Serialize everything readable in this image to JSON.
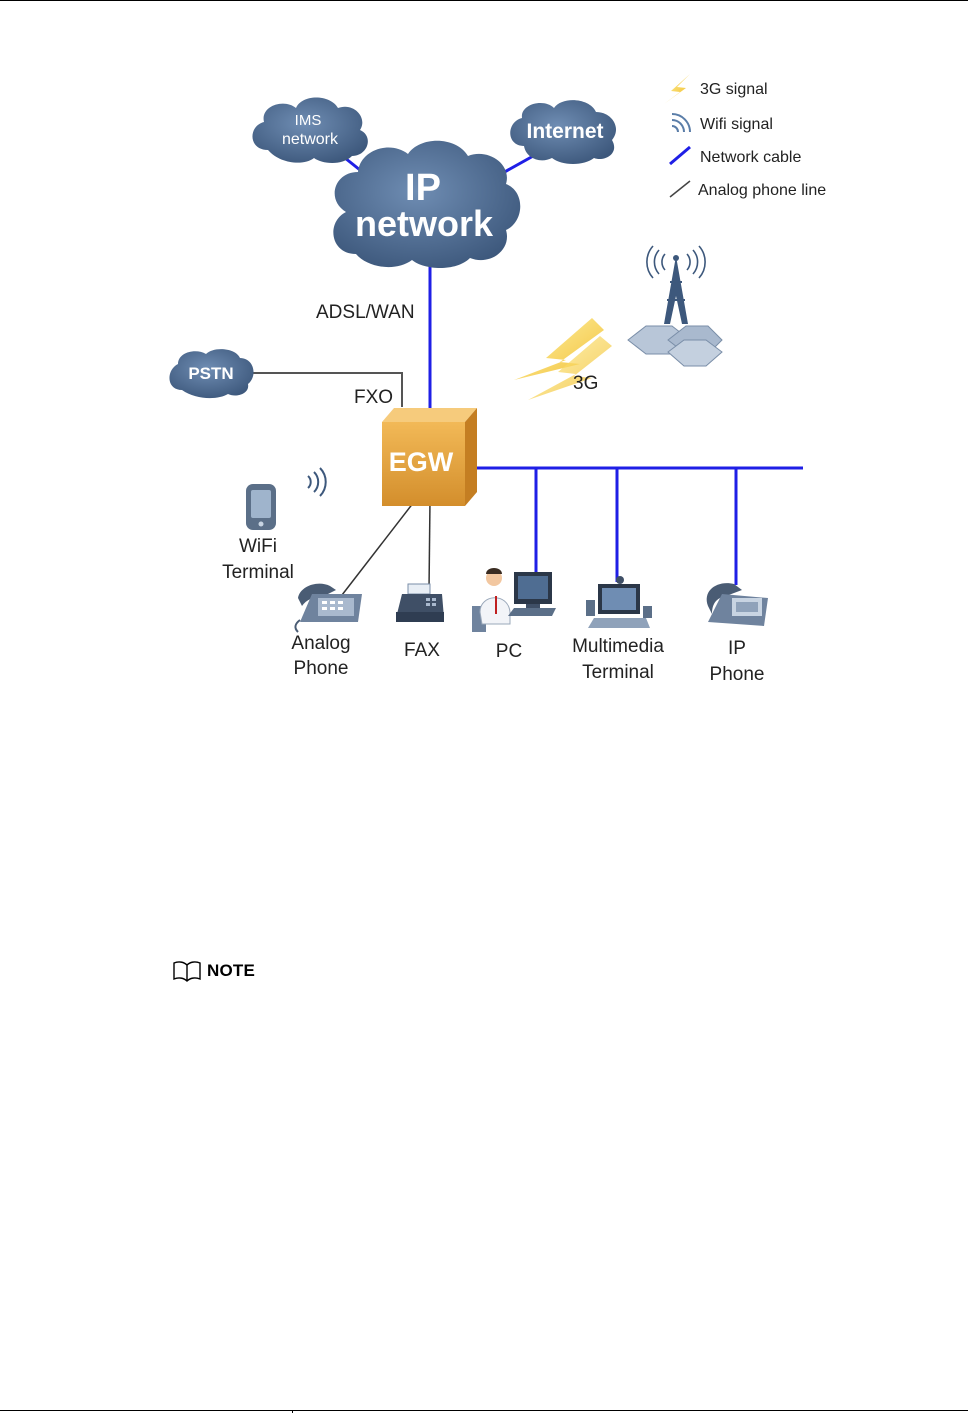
{
  "legend": {
    "signal_3g": "3G signal",
    "wifi_signal": "Wifi signal",
    "network_cable": "Network cable",
    "analog_line": "Analog phone line"
  },
  "clouds": {
    "ims_line1": "IMS",
    "ims_line2": "network",
    "internet": "Internet",
    "ip_line1": "IP",
    "ip_line2": "network",
    "pstn": "PSTN"
  },
  "links": {
    "adsl_wan": "ADSL/WAN",
    "fxo": "FXO",
    "label_3g": "3G"
  },
  "gateway": {
    "label": "EGW"
  },
  "devices": {
    "wifi_line1": "WiFi",
    "wifi_line2": "Terminal",
    "analog_line1": "Analog",
    "analog_line2": "Phone",
    "fax": "FAX",
    "pc": "PC",
    "mm_line1": "Multimedia",
    "mm_line2": "Terminal",
    "ip_line1": "IP",
    "ip_line2": "Phone"
  },
  "note": {
    "label": "NOTE"
  },
  "colors": {
    "network_cable": "#1f1fe6",
    "cloud_fill": "#4f6d92",
    "egw_fill": "#e0a040",
    "lightning": "#f3c22a"
  }
}
